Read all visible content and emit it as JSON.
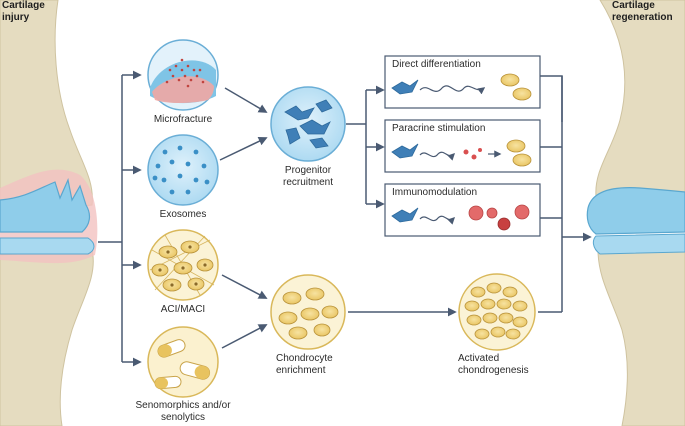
{
  "headers": {
    "left": "Cartilage\ninjury",
    "right": "Cartilage\nregeneration"
  },
  "nodes": {
    "microfracture": "Microfracture",
    "exosomes": "Exosomes",
    "aci_maci": "ACI/MACI",
    "senomorphics": "Senomorphics and/or\nsenolytics",
    "progenitor": "Progenitor\nrecruitment",
    "chondrocyte_enrichment": "Chondrocyte\nenrichment",
    "activated_chondrogenesis": "Activated\nchondrogenesis"
  },
  "boxes": {
    "direct": "Direct differentiation",
    "paracrine": "Paracrine stimulation",
    "immuno": "Immunomodulation"
  },
  "colors": {
    "bone": "#e5dcc0",
    "cartilage": "#8fcdea",
    "inflammation": "#e06060",
    "progenitor_cell": "#3f7fb7",
    "chondrocyte": "#f0d27a",
    "arrow": "#4a5a72"
  }
}
